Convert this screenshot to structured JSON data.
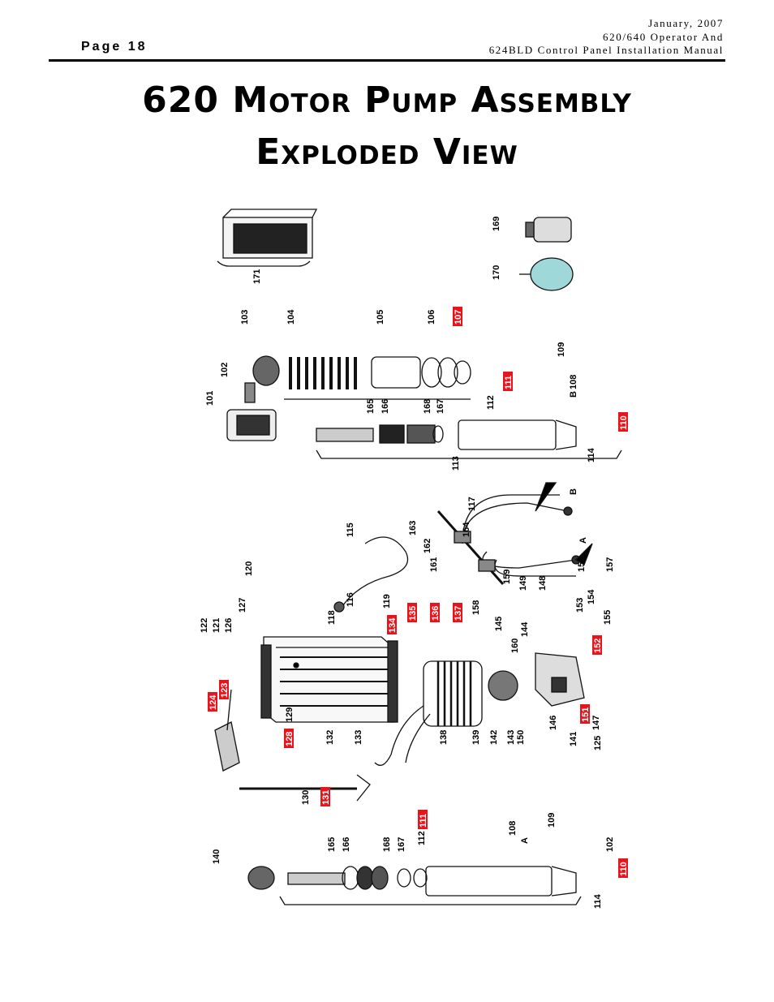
{
  "header": {
    "page_label": "Page 18",
    "date": "January, 2007",
    "manual_line1": "620/640 Operator And",
    "manual_line2": "624BLD Control Panel Installation Manual"
  },
  "title": {
    "line1": "620 Motor Pump Assembly",
    "line2": "Exploded View"
  },
  "diagram": {
    "highlight_color": "#e8141c",
    "callouts": [
      "101",
      "102",
      "103",
      "104",
      "105",
      "106",
      "107",
      "108",
      "109",
      "110",
      "111",
      "112",
      "113",
      "114",
      "115",
      "116",
      "117",
      "118",
      "119",
      "120",
      "121",
      "122",
      "123",
      "124",
      "125",
      "126",
      "127",
      "128",
      "129",
      "130",
      "131",
      "132",
      "133",
      "134",
      "135",
      "136",
      "137",
      "138",
      "139",
      "140",
      "141",
      "142",
      "143",
      "144",
      "145",
      "146",
      "147",
      "148",
      "149",
      "150",
      "151",
      "152",
      "153",
      "154",
      "155",
      "156",
      "157",
      "158",
      "159",
      "160",
      "161",
      "162",
      "163",
      "164",
      "165",
      "166",
      "167",
      "168",
      "169",
      "170",
      "171"
    ],
    "highlighted_callouts": [
      "107",
      "110",
      "111",
      "123",
      "124",
      "128",
      "131",
      "134",
      "135",
      "136",
      "137",
      "151",
      "152"
    ],
    "letter_callouts": [
      "A",
      "B"
    ]
  }
}
